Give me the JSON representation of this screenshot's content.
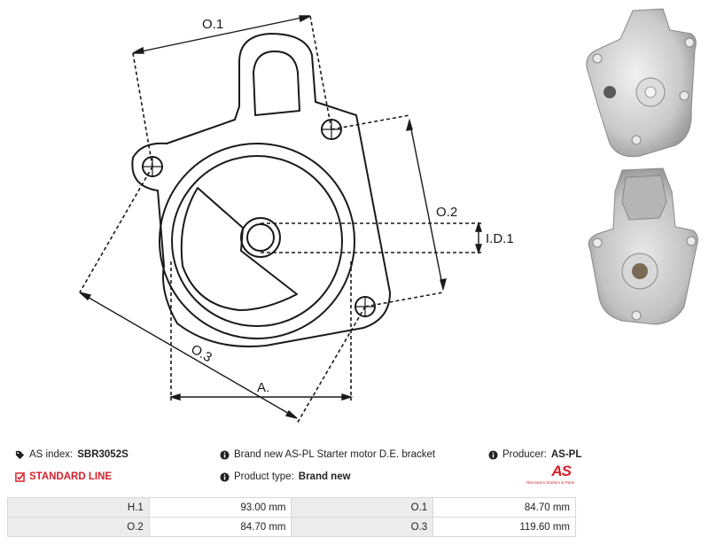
{
  "diagram": {
    "labels": {
      "o1": "O.1",
      "o2": "O.2",
      "o3": "O.3",
      "id1": "I.D.1",
      "a": "A."
    }
  },
  "photos": [
    {
      "name": "bracket-photo-front"
    },
    {
      "name": "bracket-photo-rear"
    }
  ],
  "info": {
    "as_index_label": "AS index:",
    "as_index_value": "SBR3052S",
    "standard_line": "STANDARD LINE",
    "description": "Brand new AS-PL Starter motor D.E. bracket",
    "product_type_label": "Product type:",
    "product_type_value": "Brand new",
    "producer_label": "Producer:",
    "producer_value": "AS-PL"
  },
  "logo": {
    "mark": "AS",
    "tagline": "Alternators Starters & Parts"
  },
  "specs": [
    {
      "l1": "H.1",
      "v1": "93.00 mm",
      "l2": "O.1",
      "v2": "84.70 mm"
    },
    {
      "l1": "O.2",
      "v1": "84.70 mm",
      "l2": "O.3",
      "v2": "119.60 mm"
    }
  ],
  "colors": {
    "brand_red": "#d6202a",
    "label_bg": "#ececec"
  }
}
